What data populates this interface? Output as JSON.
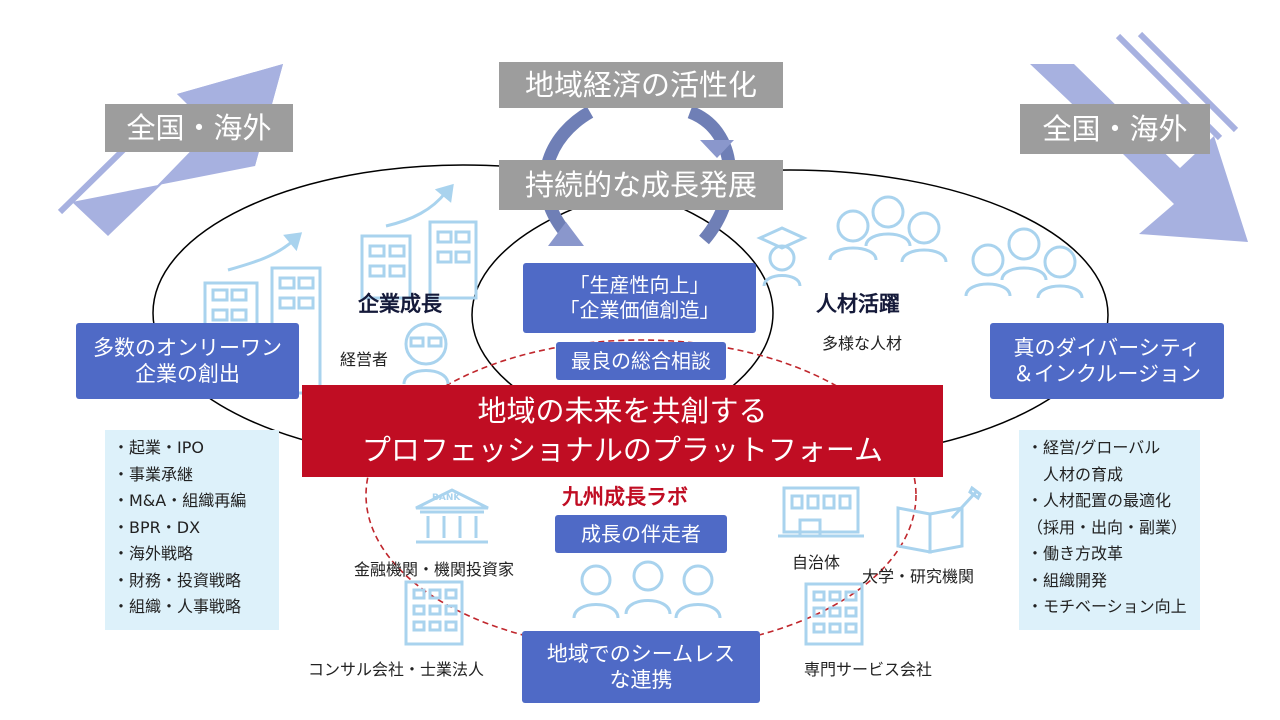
{
  "top": {
    "vitalization": "地域経済の活性化",
    "sustainable": "持続的な成長発展"
  },
  "corners": {
    "left_label": "全国・海外",
    "right_label": "全国・海外"
  },
  "center": {
    "productivity_line1": "「生産性向上」",
    "productivity_line2": "「企業価値創造」",
    "consultation": "最良の総合相談",
    "platform_line1": "地域の未来を共創する",
    "platform_line2": "プロフェッショナルのプラットフォーム",
    "lab_name": "九州成長ラボ",
    "partner": "成長の伴走者",
    "seamless_line1": "地域でのシームレス",
    "seamless_line2": "な連携"
  },
  "left": {
    "section_title": "企業成長",
    "manager_label": "経営者",
    "only_one_line1": "多数のオンリーワン",
    "only_one_line2": "企業の創出",
    "items": [
      "・起業・IPO",
      "・事業承継",
      "・M&A・組織再編",
      "・BPR・DX",
      "・海外戦略",
      "・財務・投資戦略",
      "・組織・人事戦略"
    ]
  },
  "right": {
    "section_title": "人材活躍",
    "diverse_label": "多様な人材",
    "diversity_line1": "真のダイバーシティ",
    "diversity_line2": "＆インクルージョン",
    "items": [
      "・経営/グローバル",
      "　人材の育成",
      "・人材配置の最適化",
      "（採用・出向・副業）",
      "・働き方改革",
      "・組織開発",
      "・モチベーション向上"
    ]
  },
  "stakeholders": {
    "finance": "金融機関・機関投資家",
    "local_gov": "自治体",
    "university": "大学・研究機関",
    "consulting": "コンサル会社・士業法人",
    "services": "専門サービス会社",
    "bank_sign": "BANK"
  },
  "colors": {
    "accent_blue": "#4f6ac6",
    "gray_box": "#9d9d9d",
    "platform_red": "#c00d23",
    "list_bg": "#ddf1fa",
    "icon_blue": "#a9d3ee",
    "arrow_blue": "#a7b1e0"
  },
  "icons": [
    "growth-building-icon",
    "manager-icon",
    "graduate-icon",
    "people-group-icon",
    "bank-icon",
    "city-hall-icon",
    "book-pen-icon",
    "office-building-icon",
    "team-icon",
    "cycle-arrow-icon",
    "expand-arrow-icon"
  ]
}
